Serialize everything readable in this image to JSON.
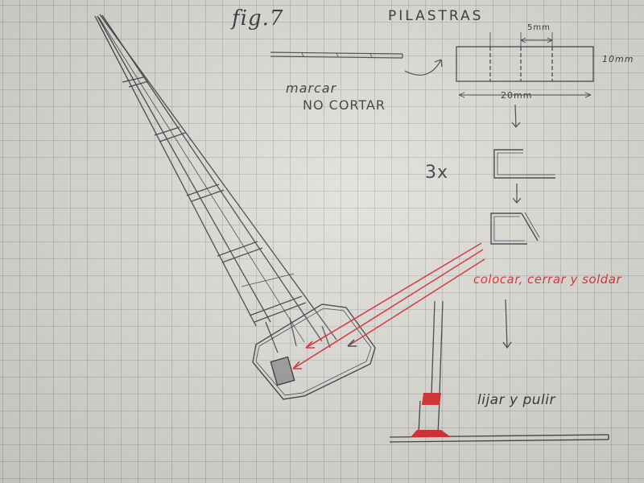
{
  "figure": {
    "label": "fig.7",
    "title": "PILASTRAS"
  },
  "dimensions": {
    "segment_width": "5mm",
    "height": "10mm",
    "total_width": "20mm"
  },
  "notes": {
    "marcar": "marcar",
    "no_cortar": "NO CORTAR",
    "multiplier": "3x",
    "assembly": "colocar, cerrar y soldar",
    "finish": "lijar y pulir"
  },
  "colors": {
    "ink": "#2d2d33",
    "pencil": "#3a3a40",
    "solder_red": "#d9262b",
    "grid": "#8a9aa2"
  }
}
